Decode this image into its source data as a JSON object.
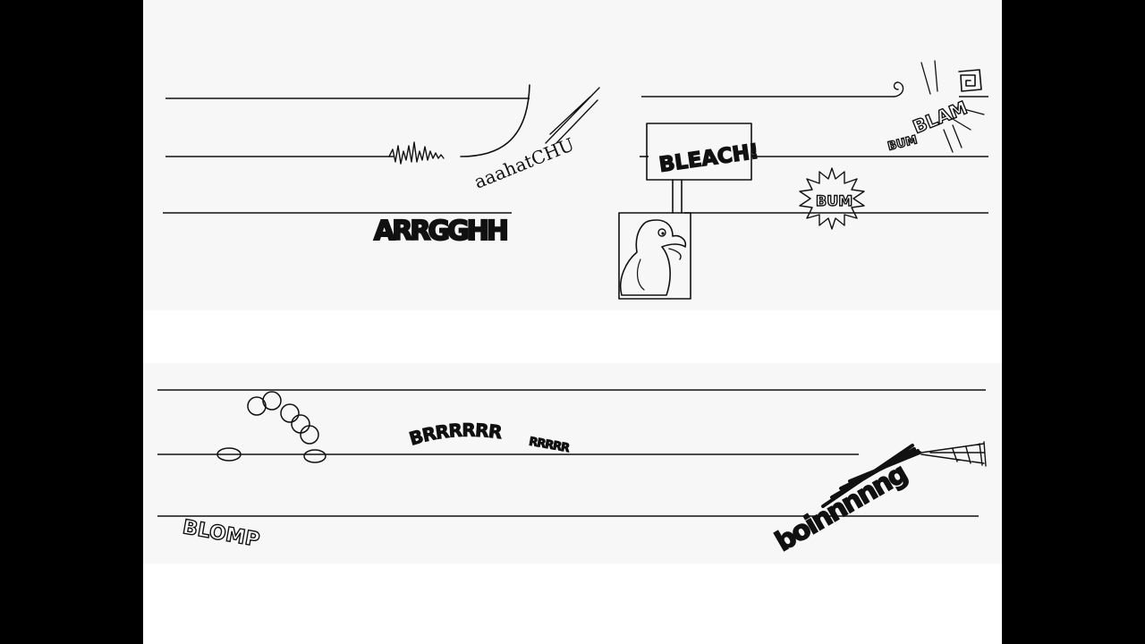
{
  "top_panel": {
    "aaah_atchoo": "aaahatCHU",
    "arrgh": "ARRGGHH",
    "bleach": "BLEACH!",
    "bum": "BUM",
    "bum_blam_1": "BUM",
    "bum_blam_2": "BLAM"
  },
  "bottom_panel": {
    "blomp": "BLOMP",
    "brrr_1": "BRRRRRR",
    "brrr_2": "RRRRR",
    "boinnng": "boinnnnng"
  },
  "colors": {
    "ink": "#111111",
    "panel": "#f7f7f7",
    "slide": "#ffffff",
    "letterbox": "#000000"
  }
}
